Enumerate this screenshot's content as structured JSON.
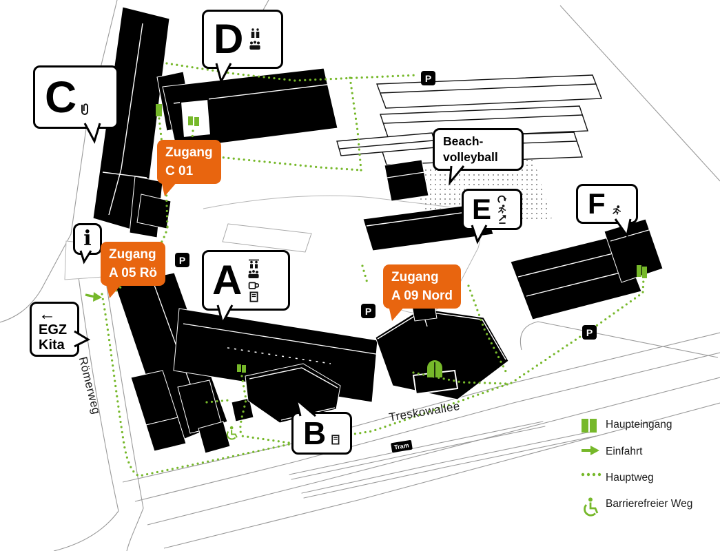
{
  "colors": {
    "green": "#76b82a",
    "orange": "#e8650f",
    "building": "#000000"
  },
  "buildings": {
    "a": {
      "letter": "A"
    },
    "b": {
      "letter": "B"
    },
    "c": {
      "letter": "C"
    },
    "d": {
      "letter": "D"
    },
    "e": {
      "letter": "E"
    },
    "f": {
      "letter": "F"
    }
  },
  "entrances": [
    {
      "line1": "Zugang",
      "line2": "C 01"
    },
    {
      "line1": "Zugang",
      "line2": "A 05 Rö"
    },
    {
      "line1": "Zugang",
      "line2": "A 09 Nord"
    }
  ],
  "callouts": {
    "beach": {
      "line1": "Beach-",
      "line2": "volleyball"
    },
    "egz": {
      "arrow": "←",
      "line1": "EGZ",
      "line2": "Kita"
    },
    "info": "i"
  },
  "streets": {
    "west": "Römerweg",
    "south": "Treskowallee"
  },
  "transport": {
    "tram": "Tram",
    "parking": "P"
  },
  "legend": {
    "items": [
      {
        "icon": "main-entrance-icon",
        "label": "Haupteingang"
      },
      {
        "icon": "driveway-icon",
        "label": "Einfahrt"
      },
      {
        "icon": "main-path-icon",
        "label": "Hauptweg"
      },
      {
        "icon": "accessible-path-icon",
        "label": "Barrierefreier Weg"
      }
    ]
  },
  "icon_glyphs": {
    "paperclip-icon": "paperclip shape",
    "lockers-icon": "two small figures",
    "audience-icon": "group of people",
    "service-desk-icon": "two people at counter",
    "cafeteria-icon": "coffee cup",
    "library-icon": "book / copy machine",
    "copy-icon": "document machine",
    "gym-arrow-icon": "curved arrow",
    "runner-icon": "running person",
    "exit-arrow-icon": "arrow up-right",
    "main-entrance-icon": "two green rectangles",
    "driveway-icon": "green right arrow",
    "main-path-icon": "green dotted line",
    "accessible-path-icon": "green wheelchair"
  }
}
